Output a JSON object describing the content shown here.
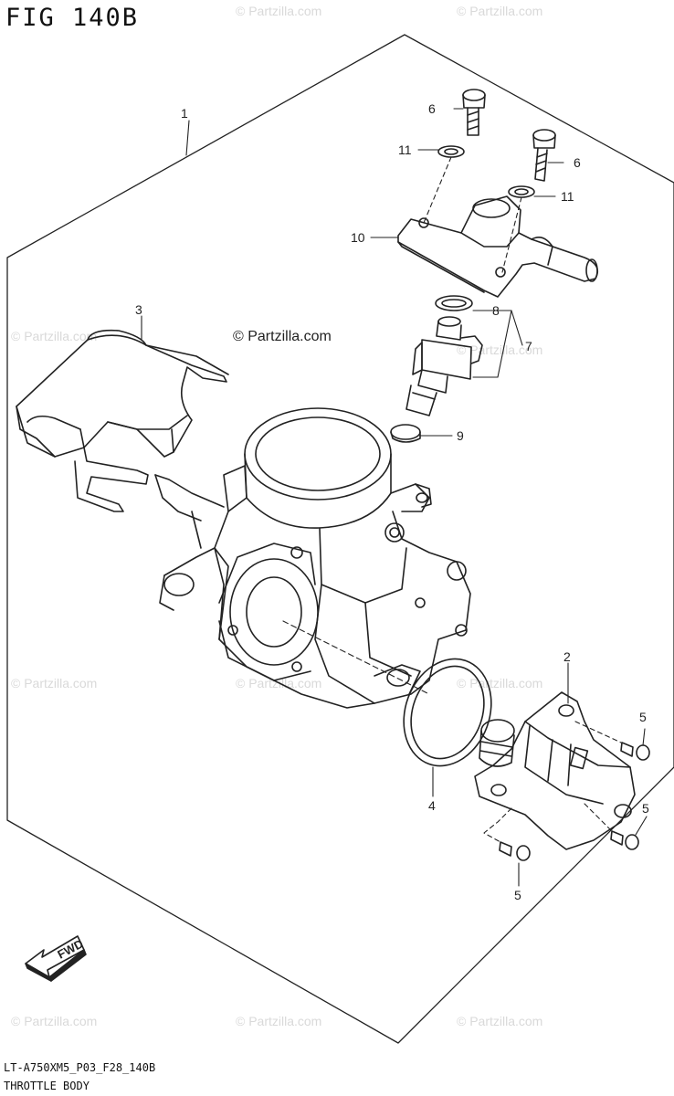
{
  "figure": {
    "title": "FIG 140B",
    "code": "LT-A750XM5_P03_F28_140B",
    "name": "THROTTLE BODY"
  },
  "watermarks": {
    "text": "© Partzilla.com",
    "center_text": "© Partzilla.com"
  },
  "callouts": [
    {
      "id": "c1",
      "label": "1"
    },
    {
      "id": "c2",
      "label": "2"
    },
    {
      "id": "c3",
      "label": "3"
    },
    {
      "id": "c4",
      "label": "4"
    },
    {
      "id": "c5a",
      "label": "5"
    },
    {
      "id": "c5b",
      "label": "5"
    },
    {
      "id": "c5c",
      "label": "5"
    },
    {
      "id": "c6a",
      "label": "6"
    },
    {
      "id": "c6b",
      "label": "6"
    },
    {
      "id": "c7",
      "label": "7"
    },
    {
      "id": "c8",
      "label": "8"
    },
    {
      "id": "c9",
      "label": "9"
    },
    {
      "id": "c10",
      "label": "10"
    },
    {
      "id": "c11a",
      "label": "11"
    },
    {
      "id": "c11b",
      "label": "11"
    }
  ],
  "fwd_arrow": {
    "label": "FWD"
  },
  "colors": {
    "line": "#222222",
    "watermark": "#d9d9d9"
  }
}
